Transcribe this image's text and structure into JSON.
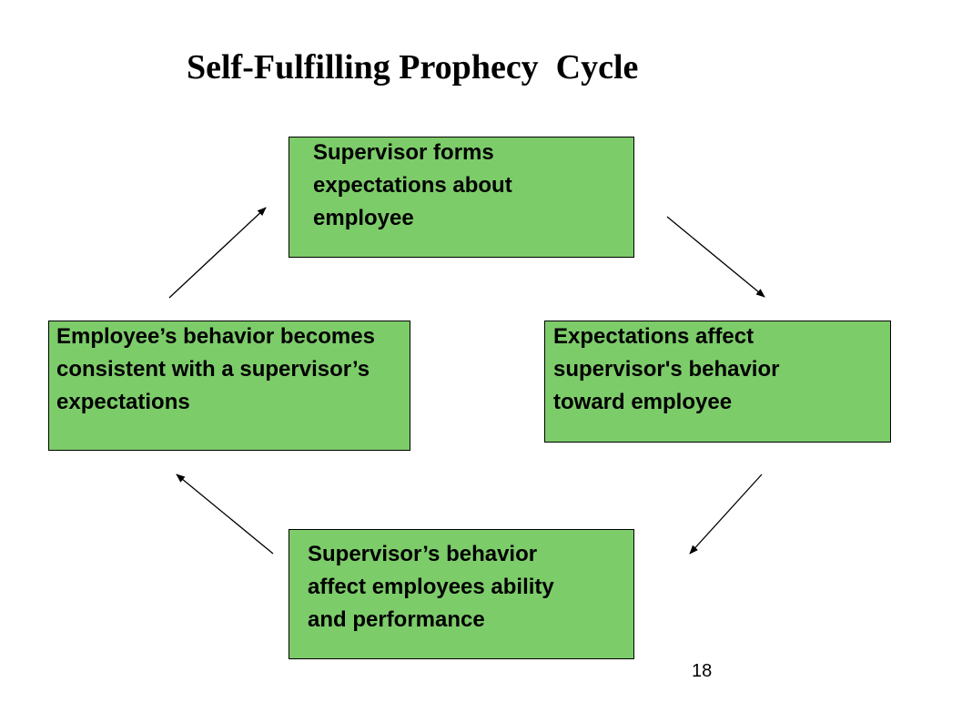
{
  "title": "Self-Fulfilling Prophecy  Cycle",
  "boxes": {
    "top": "Supervisor forms\nexpectations about\nemployee",
    "right": "Expectations affect\nsupervisor's behavior\ntoward employee",
    "bottom": "Supervisor’s behavior\naffect employees ability\nand performance",
    "left": "Employee’s behavior becomes\nconsistent with a supervisor’s\nexpectations"
  },
  "box_color": "#7dcc6a",
  "page_number": "18"
}
